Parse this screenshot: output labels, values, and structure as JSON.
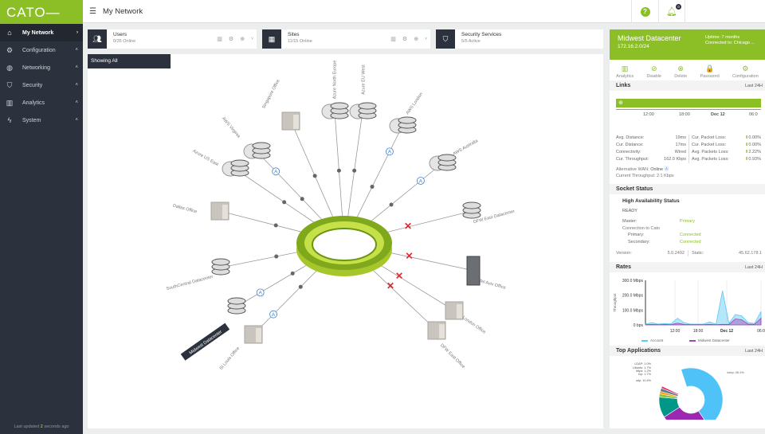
{
  "app": {
    "logo": "CATO",
    "page_title": "My Network",
    "last_updated_prefix": "Last updated ",
    "last_updated_value": "2",
    "last_updated_suffix": " seconds ago",
    "notification_count": "0"
  },
  "sidebar": {
    "items": [
      {
        "label": "My Network",
        "icon": "home-icon",
        "glyph": "⌂",
        "chev": "›",
        "active": true
      },
      {
        "label": "Configuration",
        "icon": "gear-icon",
        "glyph": "⚙",
        "chev": "˄"
      },
      {
        "label": "Networking",
        "icon": "globe-icon",
        "glyph": "◍",
        "chev": "˄"
      },
      {
        "label": "Security",
        "icon": "shield-icon",
        "glyph": "⛉",
        "chev": "˄"
      },
      {
        "label": "Analytics",
        "icon": "bar-chart-icon",
        "glyph": "▥",
        "chev": "˄"
      },
      {
        "label": "System",
        "icon": "lightning-icon",
        "glyph": "ϟ",
        "chev": "˄"
      }
    ]
  },
  "cards": [
    {
      "title": "Users",
      "sub": "0/35 Online",
      "icon": "users-icon"
    },
    {
      "title": "Sites",
      "sub": "11/15 Online",
      "icon": "buildings-icon"
    },
    {
      "title": "Security Services",
      "sub": "5/5 Active",
      "icon": "shield-check-icon"
    }
  ],
  "map": {
    "filter_label": "Showing All",
    "nodes": [
      {
        "name": "Singapore Office",
        "type": "office",
        "status": "up"
      },
      {
        "name": "Azure North Europe",
        "type": "cloud",
        "status": "up"
      },
      {
        "name": "Azure EU West",
        "type": "cloud",
        "status": "up"
      },
      {
        "name": "AWS London",
        "type": "cloud",
        "status": "up",
        "alt": true
      },
      {
        "name": "AWS Australia",
        "type": "cloud",
        "status": "up",
        "alt": true
      },
      {
        "name": "DFW East Datacenter",
        "type": "datacenter",
        "status": "down"
      },
      {
        "name": "Tel Aviv Office",
        "type": "server",
        "status": "down"
      },
      {
        "name": "London Office",
        "type": "office",
        "status": "down"
      },
      {
        "name": "DFW East Office",
        "type": "office",
        "status": "down"
      },
      {
        "name": "St Louis Office",
        "type": "office",
        "status": "up",
        "alt": true
      },
      {
        "name": "Midwest Datacenter",
        "type": "datacenter",
        "status": "up",
        "alt": true,
        "selected": true
      },
      {
        "name": "SouthCentral Datacenter",
        "type": "datacenter",
        "status": "up"
      },
      {
        "name": "Dallas Office",
        "type": "office",
        "status": "up"
      },
      {
        "name": "Azure US East",
        "type": "cloud",
        "status": "up"
      },
      {
        "name": "AWS Virginia",
        "type": "cloud",
        "status": "up",
        "alt": true
      }
    ],
    "alt_badge": "A"
  },
  "panel": {
    "site_name": "Midwest Datacenter",
    "subnet": "172.16.2.0/24",
    "uptime": "Uptime: 7 months",
    "connected_to": "Connected to: Chicago ...",
    "actions": [
      {
        "label": "Analytics",
        "glyph": "▥"
      },
      {
        "label": "Disable",
        "glyph": "⊘"
      },
      {
        "label": "Delete",
        "glyph": "⊗"
      },
      {
        "label": "Password",
        "glyph": "🔒"
      },
      {
        "label": "Configuration",
        "glyph": "⚙"
      }
    ],
    "links": {
      "title": "Links",
      "range": "Last 24H",
      "ticks": [
        "12:00",
        "18:00",
        "Dec 12",
        "06:0"
      ],
      "left": [
        [
          "Avg. Distance:",
          "19ms"
        ],
        [
          "Cur. Distance:",
          "17ms"
        ],
        [
          "Connectivity:",
          "Wired"
        ],
        [
          "Cur. Throughput:",
          "162.0 Kbps"
        ]
      ],
      "right": [
        [
          "Cur. Packet Loss:",
          "0.00%",
          "up"
        ],
        [
          "Cur. Packet Loss:",
          "0.00%",
          "down"
        ],
        [
          "Avg. Packets Loss:",
          "2.22%",
          "up"
        ],
        [
          "Avg. Packets Loss:",
          "0.93%",
          "down"
        ]
      ],
      "alt_wan_label": "Alternative WAN: ",
      "alt_wan_value": "Online",
      "alt_throughput": "Current Throughput: 2.1 Kbps"
    },
    "socket": {
      "title": "Socket Status",
      "ha_title": "High Availability Status",
      "ha_state": "READY",
      "master_label": "Master:",
      "master_value": "Primary",
      "conn_label": "Connection to Cato",
      "primary_label": "Primary:",
      "primary_value": "Connected",
      "secondary_label": "Secondary:",
      "secondary_value": "Connected",
      "version_label": "Version:",
      "version_value": "5.0.2492",
      "static_label": "Static:",
      "static_value": "45.62.178.1"
    },
    "rates": {
      "title": "Rates",
      "range": "Last 24H",
      "ylabel": "Throughput",
      "yticks": [
        "300.0 Mbps",
        "200.0 Mbps",
        "100.0 Mbps",
        "0 bps"
      ],
      "xticks": [
        "12:00",
        "18:00",
        "Dec 12",
        "06:0"
      ],
      "legend": [
        {
          "name": "Account",
          "color": "#5bc8f5"
        },
        {
          "name": "Midwest Datacenter",
          "color": "#a347b8"
        }
      ],
      "account": [
        5,
        15,
        5,
        10,
        8,
        45,
        15,
        5,
        5,
        5,
        20,
        5,
        230,
        10,
        70,
        60,
        15,
        10,
        90
      ],
      "midwest": [
        2,
        3,
        2,
        3,
        2,
        12,
        3,
        2,
        2,
        2,
        4,
        2,
        4,
        3,
        40,
        35,
        5,
        4,
        45
      ]
    },
    "top_apps": {
      "title": "Top Applications",
      "range": "Last 24H",
      "slices": [
        {
          "label": "icmp: 45.1%",
          "value": 45.1,
          "color": "#4fc3f7"
        },
        {
          "label": "",
          "value": 25,
          "color": "#9c27b0"
        },
        {
          "label": "udp: 10.4%",
          "value": 10.4,
          "color": "#009688"
        },
        {
          "label": "tcp: 1.7%",
          "value": 1.7,
          "color": "#8bc34a"
        },
        {
          "label": "https: 1.2%",
          "value": 1.2,
          "color": "#ff9800"
        },
        {
          "label": "Ubuntu: 1.7%",
          "value": 1.7,
          "color": "#607d8b"
        },
        {
          "label": "LDAP: 1.0%",
          "value": 1.0,
          "color": "#e91e63"
        }
      ]
    }
  }
}
